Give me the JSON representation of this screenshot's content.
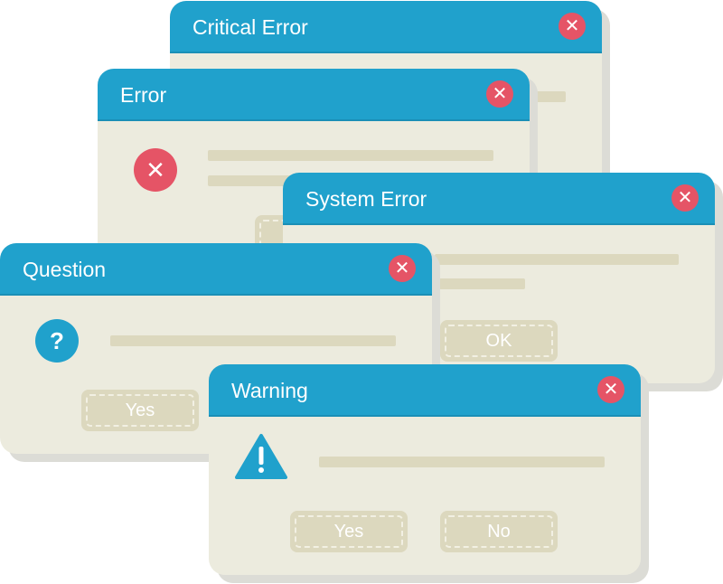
{
  "colors": {
    "titlebar": "#20a1cc",
    "window_body": "#ecebde",
    "close_button": "#e55466",
    "content_bar": "#dcd8be",
    "icon_blue": "#20a1cc",
    "icon_red": "#e55466"
  },
  "dialogs": {
    "critical_error": {
      "title": "Critical Error",
      "close_icon": "close-icon"
    },
    "error": {
      "title": "Error",
      "close_icon": "close-icon",
      "icon": "error-x-icon"
    },
    "system_error": {
      "title": "System Error",
      "close_icon": "close-icon",
      "ok_label": "OK"
    },
    "question": {
      "title": "Question",
      "close_icon": "close-icon",
      "icon": "question-icon",
      "yes_label": "Yes"
    },
    "warning": {
      "title": "Warning",
      "close_icon": "close-icon",
      "icon": "warning-triangle-icon",
      "yes_label": "Yes",
      "no_label": "No"
    }
  }
}
